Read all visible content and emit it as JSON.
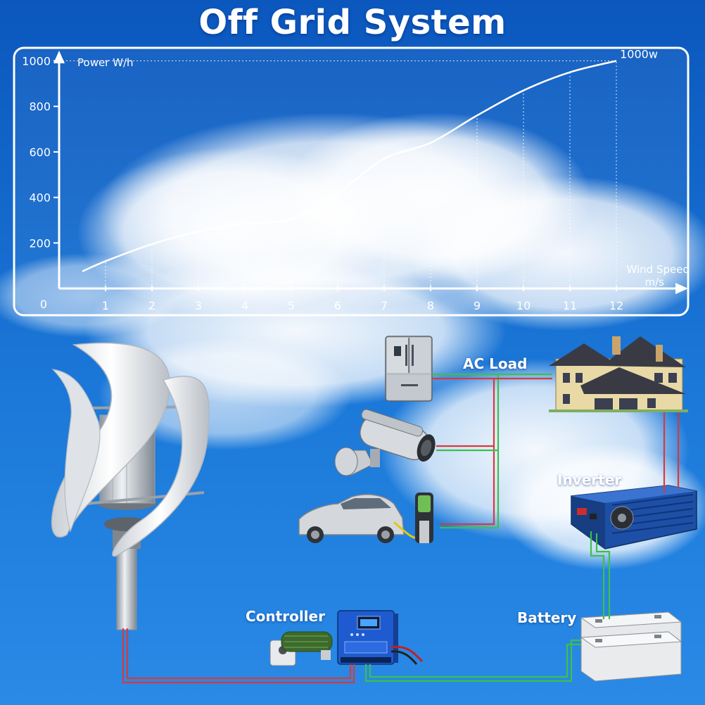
{
  "title": "Off Grid System",
  "chart_data": {
    "type": "line",
    "ylabel": "Power  W/h",
    "xlabel": "Wind Speed",
    "xunit": "m/s",
    "origin_label": "0",
    "x_ticks": [
      "1",
      "2",
      "3",
      "4",
      "5",
      "6",
      "7",
      "8",
      "9",
      "10",
      "11",
      "12"
    ],
    "y_ticks": [
      "200",
      "400",
      "600",
      "800",
      "1000"
    ],
    "xlim": [
      0,
      12.8
    ],
    "ylim": [
      0,
      1000
    ],
    "grid": "vertical dotted",
    "series": [
      {
        "x": [
          0.5,
          1,
          2,
          3,
          4,
          5,
          6,
          7,
          8,
          9,
          10,
          11,
          12
        ],
        "values": [
          75,
          120,
          195,
          250,
          285,
          305,
          420,
          570,
          640,
          760,
          870,
          950,
          1000
        ]
      }
    ],
    "annotations": [
      {
        "text": "1000w",
        "x": 12,
        "y": 1000
      }
    ]
  },
  "labels": {
    "ac_load": "AC Load",
    "inverter": "Inverter",
    "controller": "Controller",
    "battery": "Battery"
  },
  "colors": {
    "sky_top": "#0d5fc4",
    "sky_bottom": "#2c8be3",
    "wire_red": "#d83a3a",
    "wire_green": "#3cc04c"
  }
}
